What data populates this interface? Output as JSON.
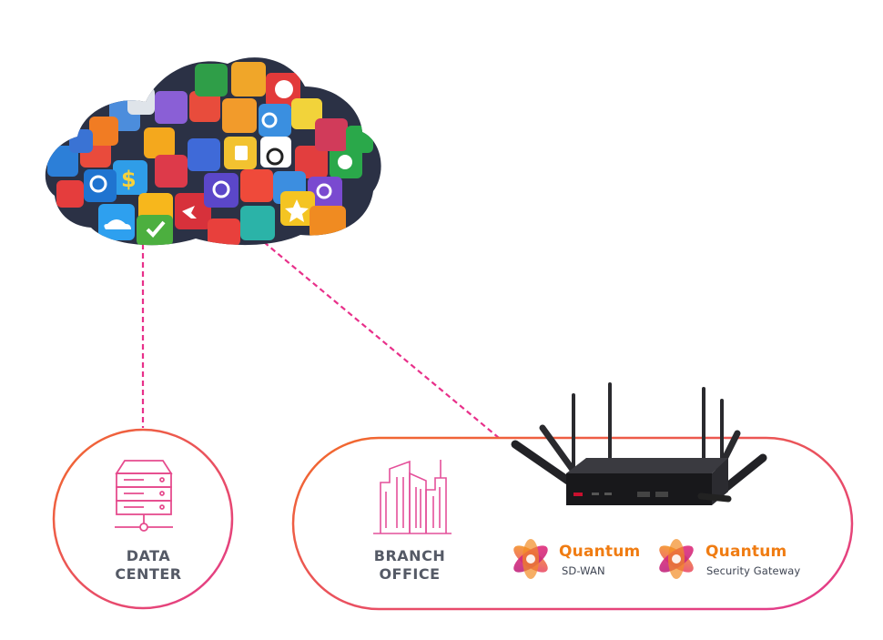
{
  "data_center": {
    "label": "DATA\nCENTER"
  },
  "branch_office": {
    "label": "BRANCH\nOFFICE"
  },
  "products": [
    {
      "name": "Quantum",
      "subtitle": "SD-WAN"
    },
    {
      "name": "Quantum",
      "subtitle": "Security Gateway"
    }
  ],
  "colors": {
    "connector": "#e8308a",
    "outline_start": "#f26a2a",
    "outline_end": "#e23a8f",
    "building_icon": "#e4509a",
    "server_icon": "#e64c8e",
    "brand_text": "#f07c12",
    "label_text": "#555a66"
  },
  "icons": {
    "cloud": "app-icon-cloud",
    "data_center": "server-rack-icon",
    "branch_office": "office-buildings-icon",
    "device": "sd-wan-router-with-antennas",
    "product_logo": "quantum-logo-icon"
  }
}
